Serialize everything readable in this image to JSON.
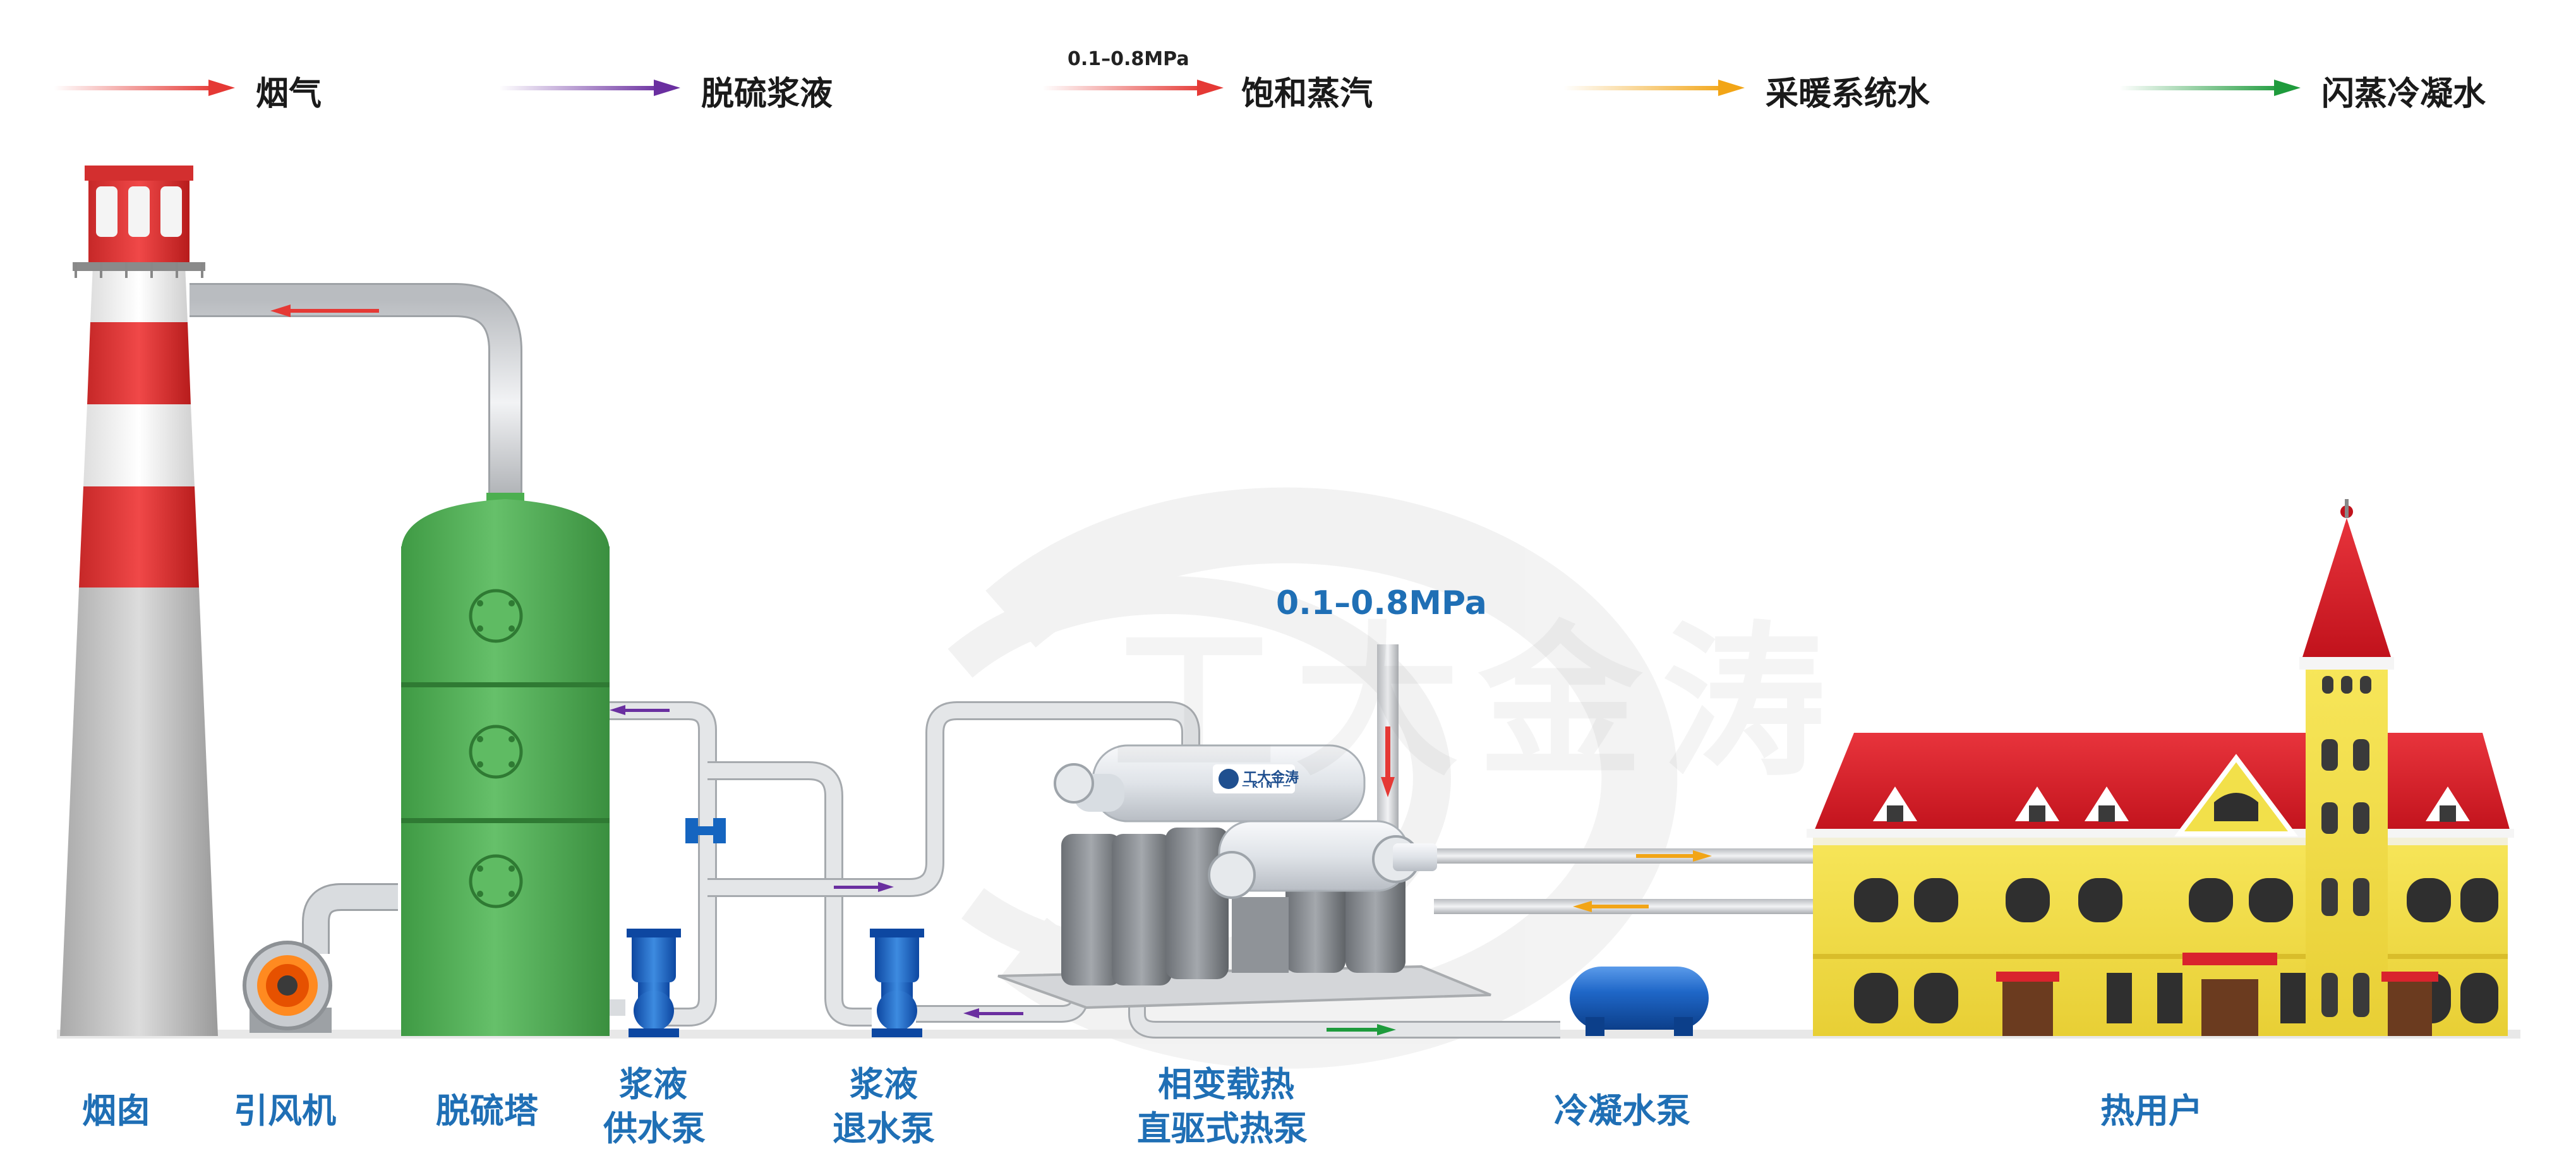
{
  "legend": [
    {
      "label": "烟气",
      "color": "#e53935"
    },
    {
      "label": "脱硫浆液",
      "color": "#6a2fa0"
    },
    {
      "label": "饱和蒸汽",
      "color": "#e53935",
      "sub": "0.1–0.8MPa"
    },
    {
      "label": "采暖系统水",
      "color": "#f2a516"
    },
    {
      "label": "闪蒸冷凝水",
      "color": "#1e9b3c"
    }
  ],
  "captions": {
    "chimney": "烟囱",
    "fan": "引风机",
    "tower": "脱硫塔",
    "supply_pump_1": "浆液",
    "supply_pump_2": "供水泵",
    "return_pump_1": "浆液",
    "return_pump_2": "退水泵",
    "heat_pump_1": "相变载热",
    "heat_pump_2": "直驱式热泵",
    "condensate_pump": "冷凝水泵",
    "heat_user": "热用户"
  },
  "steam_pressure": "0.1–0.8MPa",
  "brand_logo_text": "工大金涛",
  "brand_logo_sub": "— K I N T —",
  "watermark": "工大金涛",
  "colors": {
    "caption_blue": "#1f6fb5",
    "tower_green": "#4caf50",
    "chimney_red": "#e53935",
    "roof_red": "#d9232d",
    "building_yellow": "#f2e04a",
    "pump_blue": "#1565c0"
  }
}
